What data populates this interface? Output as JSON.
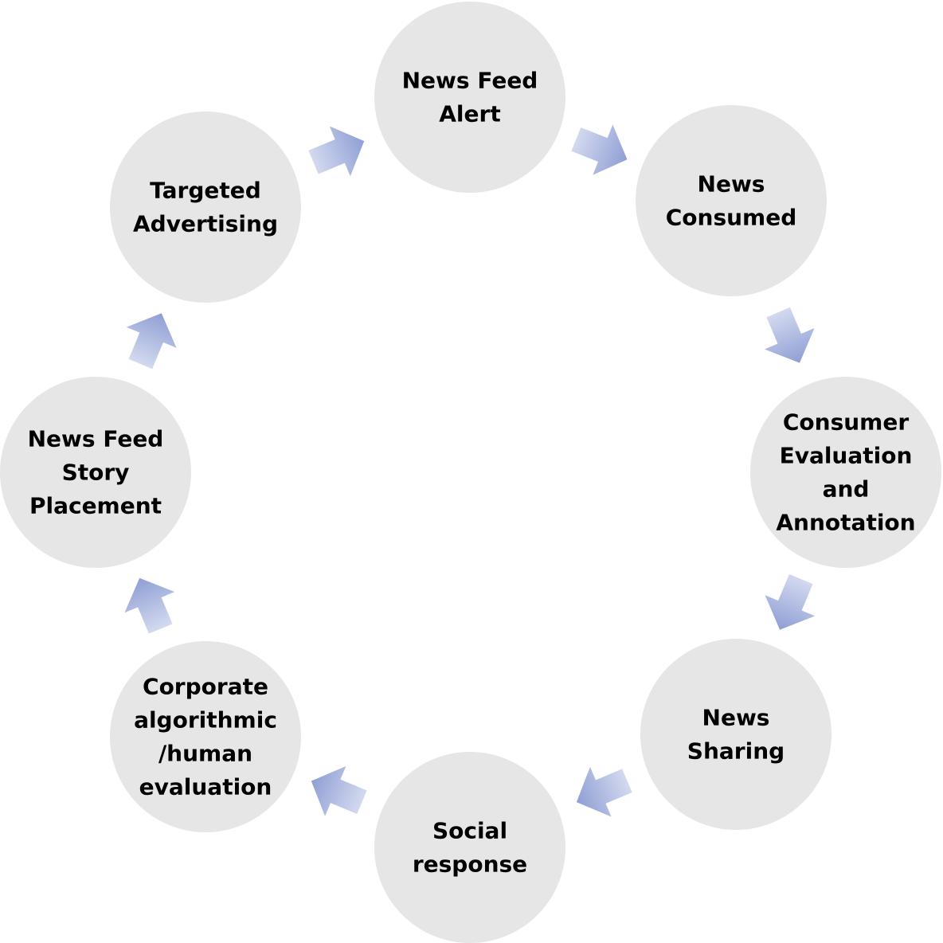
{
  "colors": {
    "node_fill": "#e6e6e6",
    "text": "#000000",
    "arrow_light": "#d3d9ef",
    "arrow_dark": "#8f9fd4"
  },
  "nodes": [
    {
      "id": "news-feed-alert",
      "lines": [
        "News Feed",
        "Alert"
      ]
    },
    {
      "id": "news-consumed",
      "lines": [
        "News",
        "Consumed"
      ]
    },
    {
      "id": "consumer-evaluation",
      "lines": [
        "Consumer",
        "Evaluation",
        "and",
        "Annotation"
      ]
    },
    {
      "id": "news-sharing",
      "lines": [
        "News",
        "Sharing"
      ]
    },
    {
      "id": "social-response",
      "lines": [
        "Social",
        "response"
      ]
    },
    {
      "id": "corporate-evaluation",
      "lines": [
        "Corporate",
        "algorithmic",
        "/human",
        "evaluation"
      ]
    },
    {
      "id": "news-feed-story-placement",
      "lines": [
        "News Feed",
        "Story",
        "Placement"
      ]
    },
    {
      "id": "targeted-advertising",
      "lines": [
        "Targeted",
        "Advertising"
      ]
    }
  ],
  "arrow_icon": "arrow-icon"
}
